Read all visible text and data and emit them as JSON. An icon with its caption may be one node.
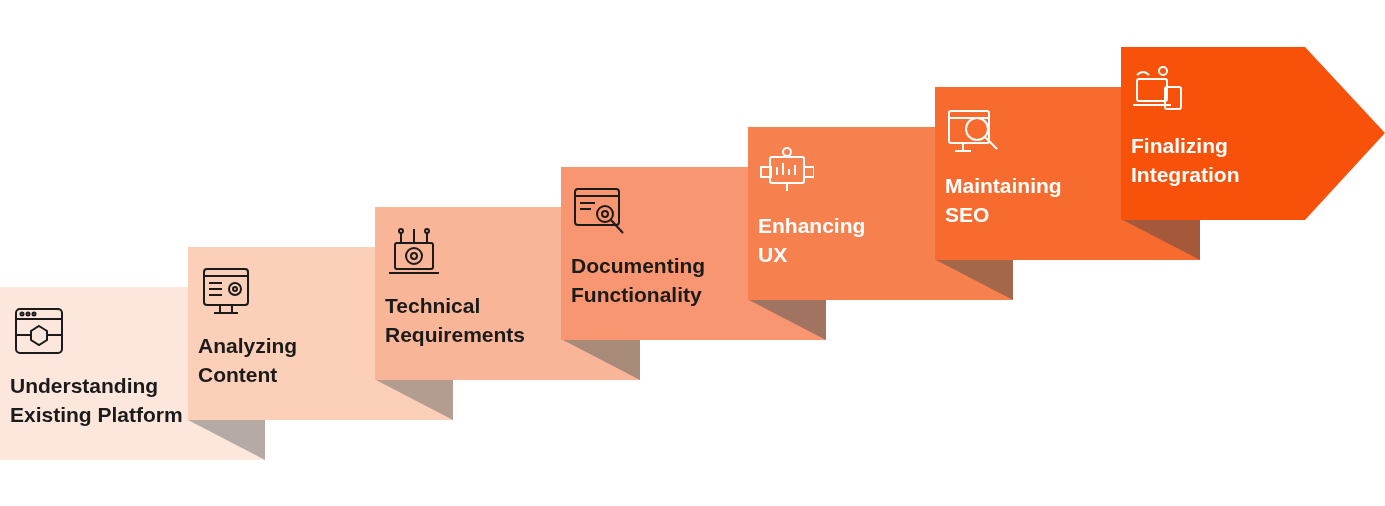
{
  "diagram": {
    "nodes": [
      {
        "text": [
          "Understanding Existing Platform"
        ]
      },
      {
        "text": [
          "Analyzing Content"
        ]
      },
      {
        "text": [
          "Technical Requirements"
        ]
      },
      {
        "text": [
          "Documenting Functionality"
        ]
      },
      {
        "text": [
          "Enhancing UX"
        ]
      },
      {
        "text": [
          "Maintaining SEO"
        ]
      },
      {
        "text": [
          "Finalizing Integration"
        ]
      }
    ]
  }
}
